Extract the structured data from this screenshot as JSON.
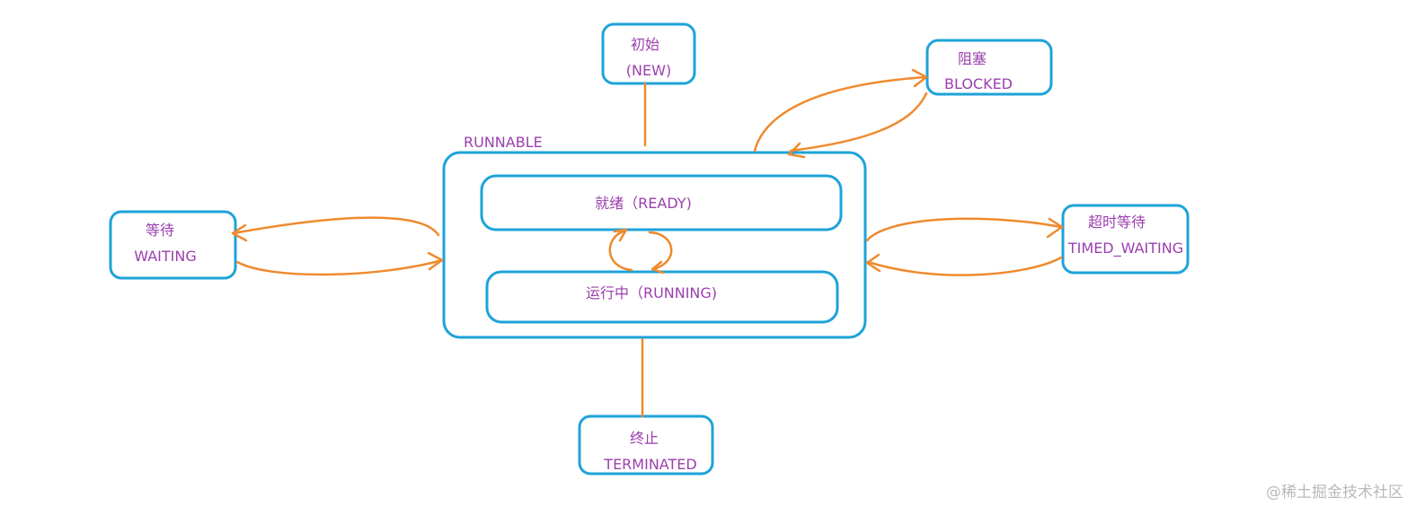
{
  "states": {
    "new": {
      "line1": "初始",
      "line2": "(NEW)"
    },
    "blocked": {
      "line1": "阻塞",
      "line2": "BLOCKED"
    },
    "runnable": {
      "label": "RUNNABLE"
    },
    "ready": {
      "label": "就绪（READY)"
    },
    "running": {
      "label": "运行中（RUNNING)"
    },
    "waiting": {
      "line1": "等待",
      "line2": "WAITING"
    },
    "timed_waiting": {
      "line1": "超时等待",
      "line2": "TIMED_WAITING"
    },
    "terminated": {
      "line1": "终止",
      "line2": "TERMINATED"
    }
  },
  "watermark": "@稀土掘金技术社区",
  "colors": {
    "box": "#1ea3d8",
    "arrow": "#ef8a2e",
    "text": "#9b3fae"
  }
}
